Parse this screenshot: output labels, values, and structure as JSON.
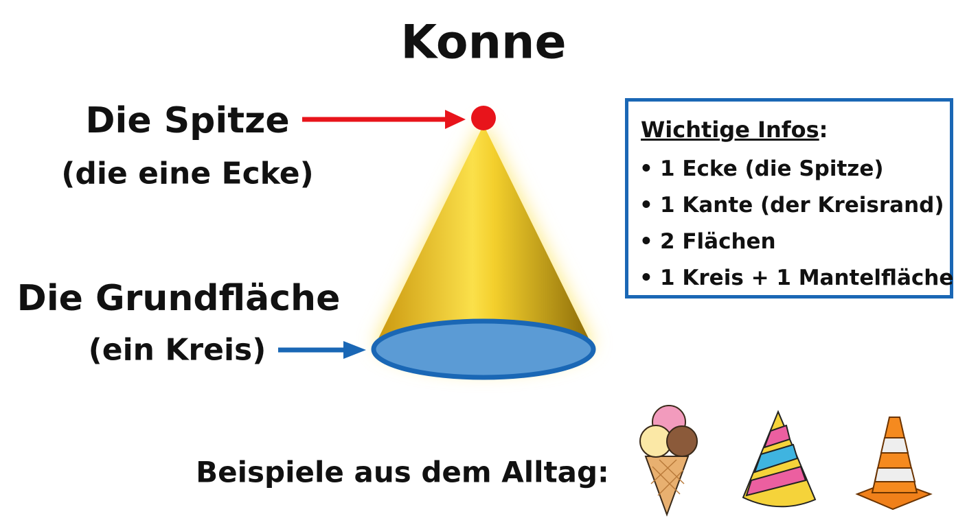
{
  "title": "Konne",
  "labels": {
    "apex": "Die Spitze",
    "apex_sub": "(die eine Ecke)",
    "base": "Die Grundfläche",
    "base_sub": "(ein Kreis)"
  },
  "info_box": {
    "heading": "Wichtige Infos",
    "heading_colon": ":",
    "bullet": "•",
    "items": [
      "1 Ecke (die Spitze)",
      "1 Kante (der Kreisrand)",
      "2 Flächen",
      "1 Kreis + 1 Mantelfläche"
    ]
  },
  "examples": {
    "label": "Beispiele aus dem Alltag:",
    "icons": [
      "ice-cream-cone-icon",
      "party-hat-icon",
      "traffic-cone-icon"
    ]
  },
  "colors": {
    "apex_arrow": "#e8141b",
    "base_arrow": "#1a67b5",
    "cone": "#e6b820",
    "base_fill": "#5b9bd5",
    "box_border": "#1a67b5"
  }
}
